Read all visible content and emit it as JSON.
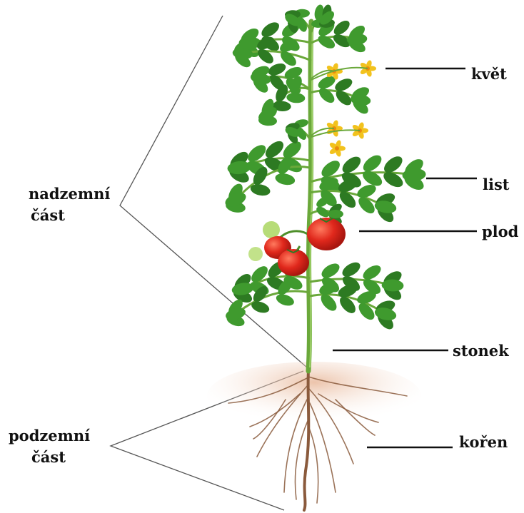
{
  "labels": {
    "kvet": "květ",
    "list": "list",
    "plod": "plod",
    "stonek": "stonek",
    "koren": "kořen"
  },
  "groups": {
    "above": {
      "line1": "nadzemní",
      "line2": "část"
    },
    "below": {
      "line1": "podzemní",
      "line2": "část"
    }
  },
  "colors": {
    "leaf": "#3f9a2e",
    "leaf_dark": "#2d7a22",
    "stem": "#6aa83a",
    "tomato": "#e0281c",
    "flower": "#f2c21d",
    "root": "#8a5a3c",
    "line": "#111111"
  }
}
